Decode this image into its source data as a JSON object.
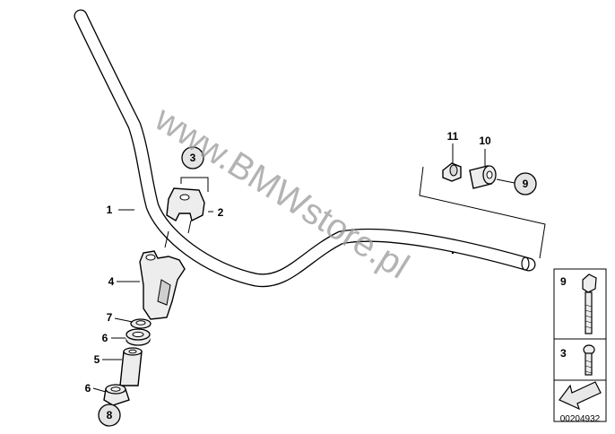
{
  "diagram": {
    "watermark": "www.BMWstore.pl",
    "part_labels": {
      "handlebar": "1",
      "clamp": "2",
      "clamp_circled": "3",
      "riser": "4",
      "sleeve": "5",
      "washer_upper": "6",
      "washer_lower": "6",
      "ring": "7",
      "circled_8": "8",
      "bar_end_circled": "9",
      "bar_end_weight": "10",
      "bar_end_screw": "11"
    },
    "legend_panel": {
      "item_1": "9",
      "item_2": "3"
    },
    "drawing_number": "00204932"
  }
}
